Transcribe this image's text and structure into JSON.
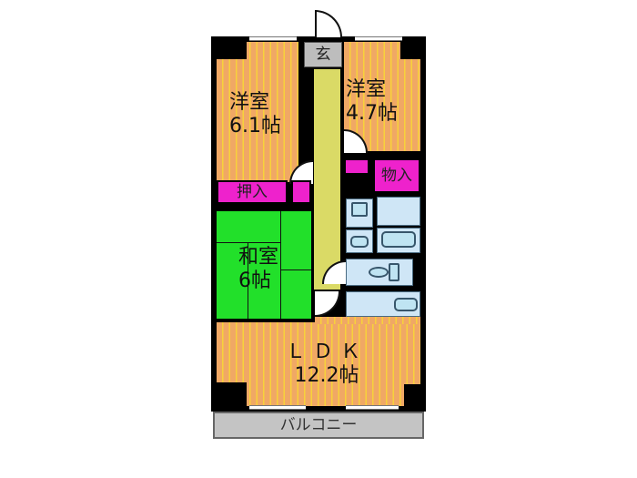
{
  "floorplan": {
    "rooms": [
      {
        "id": "western-room-1",
        "name": "洋室",
        "size": "6.1帖"
      },
      {
        "id": "western-room-2",
        "name": "洋室",
        "size": "4.7帖"
      },
      {
        "id": "japanese-room",
        "name": "和室",
        "size": "6帖"
      },
      {
        "id": "ldk",
        "name": "ＬＤＫ",
        "size": "12.2帖"
      }
    ],
    "entrance": "玄",
    "closet_oshiire": "押入",
    "storage_mono": "物入",
    "balcony": "バルコニー",
    "colors": {
      "wood_floor": "#f0a865",
      "wood_stripe": "#f7d23a",
      "tatami": "#22e02a",
      "hallway": "#dada66",
      "storage": "#ee22cc",
      "wet_area": "#cfe6f6",
      "entrance": "#bdbdbd",
      "balcony": "#c4c4c4",
      "wall": "#000000"
    }
  }
}
